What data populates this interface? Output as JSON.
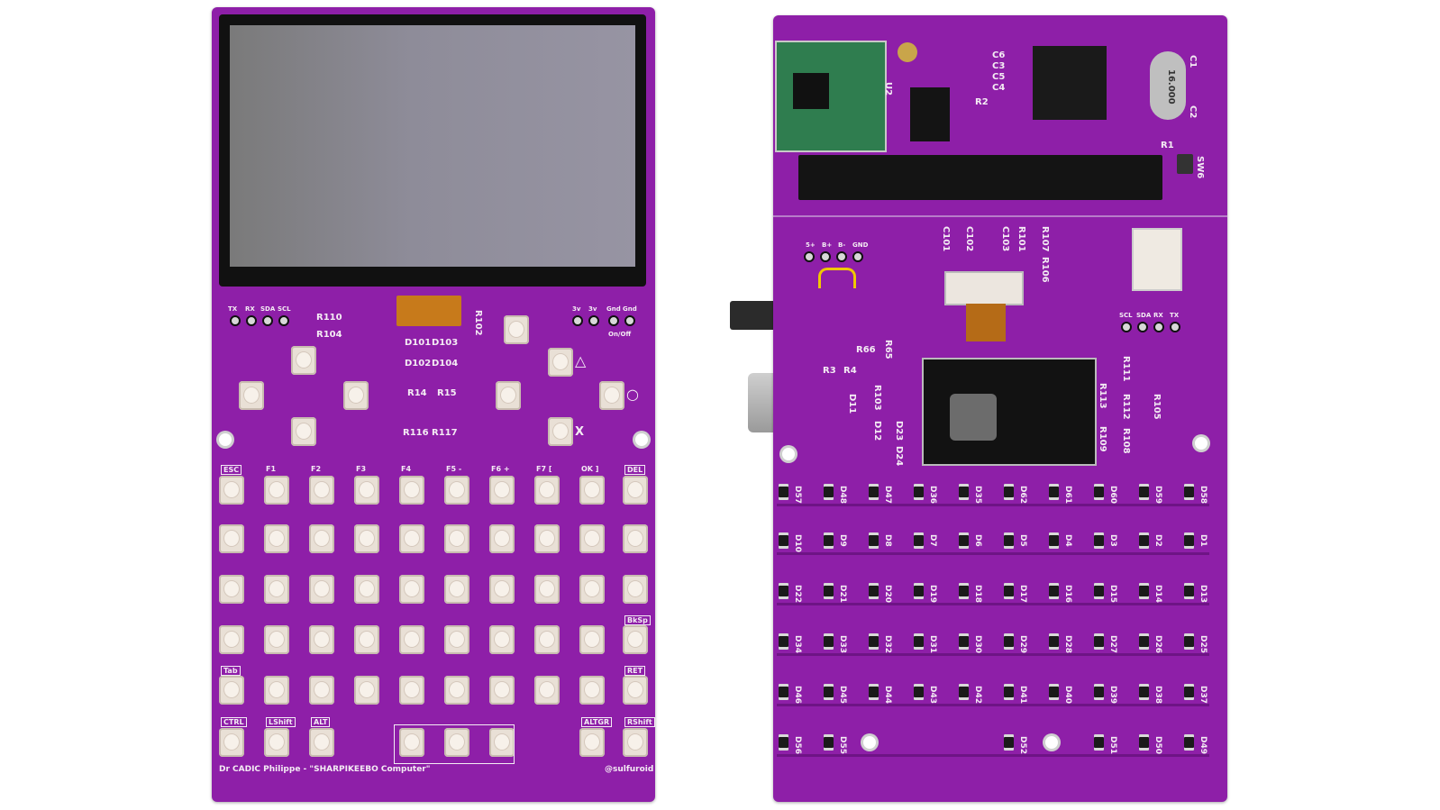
{
  "front": {
    "credit": "Dr CADIC Philippe - \"SHARPIKEEBO Computer\"",
    "handle": "@sulfuroid",
    "top_header": [
      "TX",
      "RX",
      "SDA",
      "SCL"
    ],
    "power_header": [
      "3v",
      "3v",
      "Gnd",
      "Gnd"
    ],
    "onoff": "On/Off",
    "refs": {
      "r110": "R110",
      "r104": "R104",
      "d101": "D101",
      "d103": "D103",
      "d102": "D102",
      "d104": "D104",
      "r14": "R14",
      "r15": "R15",
      "r116": "R116",
      "r117": "R117",
      "r102": "R102"
    },
    "game_symbols": {
      "triangle": "△",
      "circle": "○",
      "cross": "X"
    },
    "row_fkeys": [
      "ESC",
      "F1",
      "F2",
      "F3",
      "F4",
      "F5 -",
      "F6 +",
      "F7 [",
      "OK ]",
      "DEL"
    ],
    "row_bottom_labels": [
      "CTRL",
      "LShift",
      "ALT",
      "ALTGR",
      "RShift"
    ],
    "rows_unlabeled_count": [
      10,
      10,
      10,
      10
    ],
    "row_bksp": "BkSp",
    "row_ret": "RET",
    "row_tab": "Tab"
  },
  "back": {
    "refs": {
      "u2": "U2",
      "c6": "C6",
      "c3": "C3",
      "c5": "C5",
      "c4": "C4",
      "r2": "R2",
      "c1": "C1",
      "c2": "C2",
      "r1": "R1",
      "sw6": "SW6",
      "c101": "C101",
      "c102": "C102",
      "c103": "C103",
      "r101": "R101",
      "r107": "R107",
      "r106": "R106",
      "r3": "R3",
      "r4": "R4",
      "r66": "R66",
      "r65": "R65",
      "r103": "R103",
      "d11": "D11",
      "d12": "D12",
      "d23": "D23",
      "d24": "D24",
      "r111": "R111",
      "r113": "R113",
      "r112": "R112",
      "r105": "R105",
      "r109": "R109",
      "r108": "R108"
    },
    "battery_header": [
      "5+",
      "B+",
      "B-",
      "GND"
    ],
    "i2c_header": [
      "SCL",
      "SDA",
      "RX",
      "TX"
    ],
    "crystal": "16.000",
    "led_rows": [
      [
        "D57",
        "D48",
        "D47",
        "D36",
        "D35",
        "D62",
        "D61",
        "D60",
        "D59",
        "D58"
      ],
      [
        "D10",
        "D9",
        "D8",
        "D7",
        "D6",
        "D5",
        "D4",
        "D3",
        "D2",
        "D1"
      ],
      [
        "D22",
        "D21",
        "D20",
        "D19",
        "D18",
        "D17",
        "D16",
        "D15",
        "D14",
        "D13"
      ],
      [
        "D34",
        "D33",
        "D32",
        "D31",
        "D30",
        "D29",
        "D28",
        "D27",
        "D26",
        "D25"
      ],
      [
        "D46",
        "D45",
        "D44",
        "D43",
        "D42",
        "D41",
        "D40",
        "D39",
        "D38",
        "D37"
      ],
      [
        "D56",
        "D55",
        "",
        "",
        "",
        "D52",
        "",
        "D51",
        "D50",
        "D49"
      ]
    ]
  },
  "colors": {
    "pcb": "#8e1fa8",
    "silkscreen": "#f4ecf4",
    "screen": "#8a8896"
  }
}
